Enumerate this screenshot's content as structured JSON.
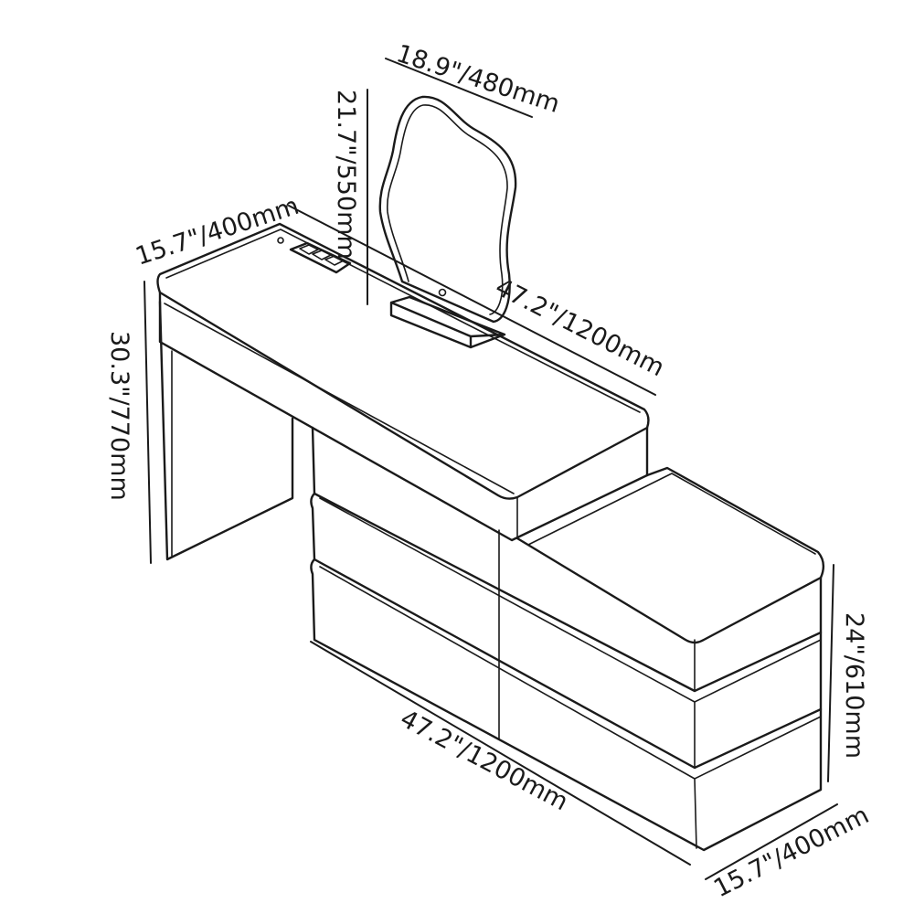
{
  "dimensions": {
    "mirror_width": "18.9\"/480mm",
    "mirror_height": "21.7\"/550mm",
    "desk_depth": "15.7\"/400mm",
    "desk_length": "47.2\"/1200mm",
    "desk_height": "30.3\"/770mm",
    "cabinet_height": "24\"/610mm",
    "cabinet_length": "47.2\"/1200mm",
    "cabinet_depth": "15.7\"/400mm"
  },
  "colors": {
    "line": "#1a1a1a",
    "background": "#ffffff"
  }
}
